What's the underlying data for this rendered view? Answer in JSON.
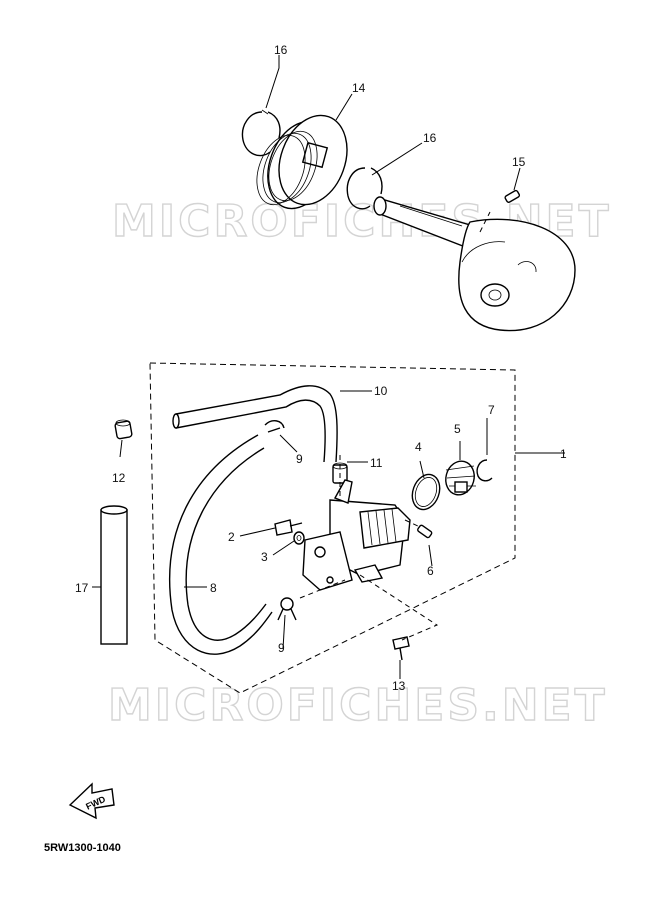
{
  "watermarks": [
    "MICROFICHES.NET",
    "MICROFICHES.NET"
  ],
  "diagram_code": "5RW1300-1040",
  "fwd_label": "FWD",
  "callouts": {
    "c1": "1",
    "c2": "2",
    "c3": "3",
    "c4": "4",
    "c5": "5",
    "c6": "6",
    "c7": "7",
    "c8": "8",
    "c9a": "9",
    "c9b": "9",
    "c10": "10",
    "c11": "11",
    "c12": "12",
    "c13": "13",
    "c14": "14",
    "c15": "15",
    "c16a": "16",
    "c16b": "16",
    "c17": "17"
  }
}
